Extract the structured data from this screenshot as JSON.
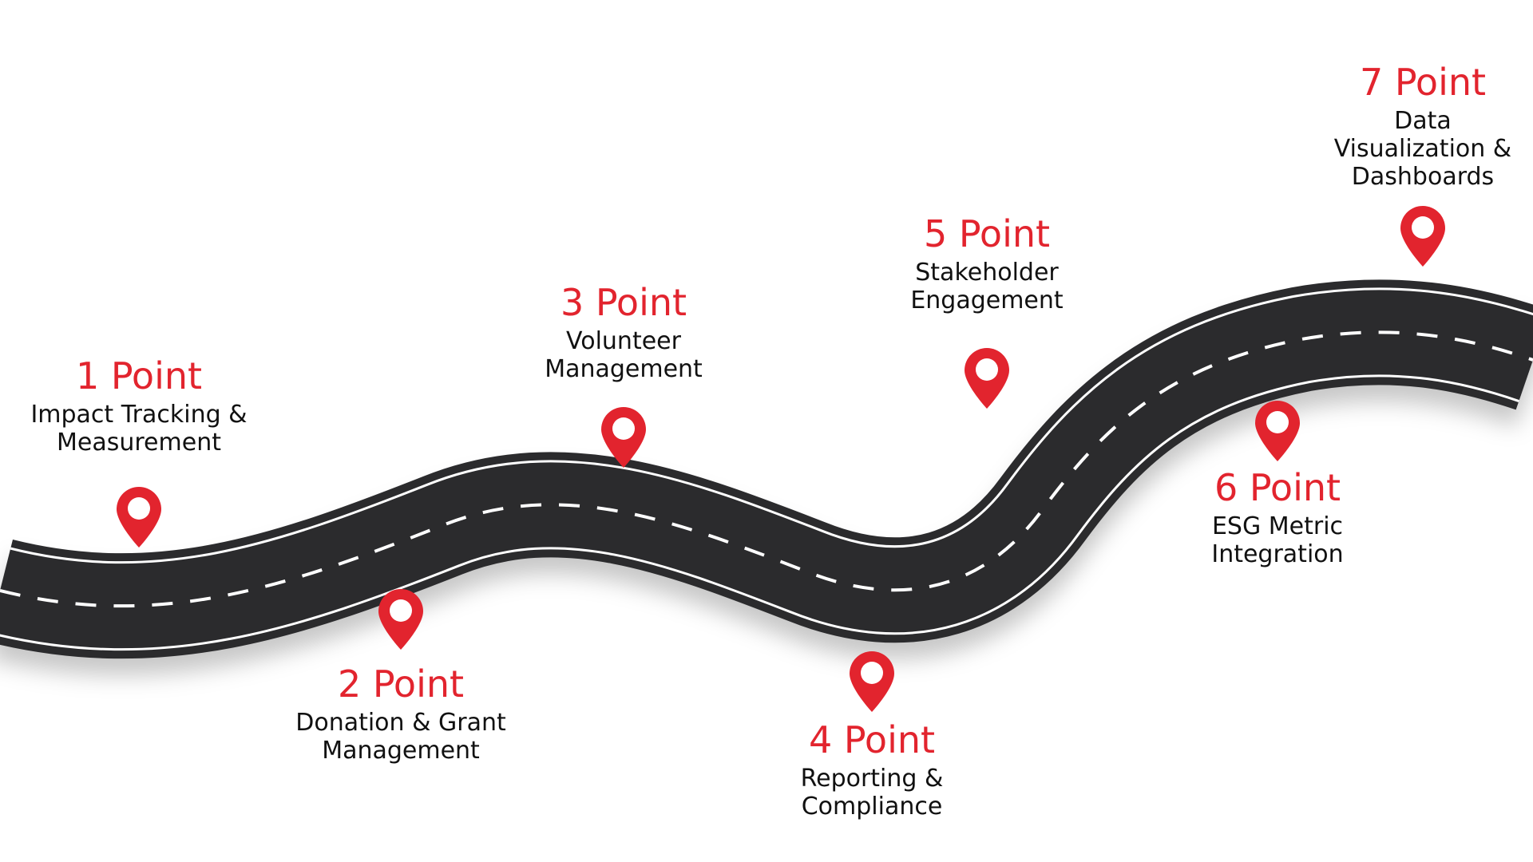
{
  "colors": {
    "accent": "#e2242e",
    "road": "#2b2b2d",
    "road_edge": "#ffffff",
    "lane_marking": "#ffffff",
    "text": "#111111",
    "background": "#ffffff"
  },
  "icons": {
    "marker": "map-pin-icon"
  },
  "milestones": [
    {
      "title": "1 Point",
      "description": "Impact Tracking & Measurement"
    },
    {
      "title": "2 Point",
      "description": "Donation & Grant Management"
    },
    {
      "title": "3 Point",
      "description": "Volunteer Management"
    },
    {
      "title": "4 Point",
      "description": "Reporting & Compliance"
    },
    {
      "title": "5 Point",
      "description": "Stakeholder Engagement"
    },
    {
      "title": "6 Point",
      "description": "ESG Metric Integration"
    },
    {
      "title": "7 Point",
      "description": "Data Visualization & Dashboards"
    }
  ]
}
